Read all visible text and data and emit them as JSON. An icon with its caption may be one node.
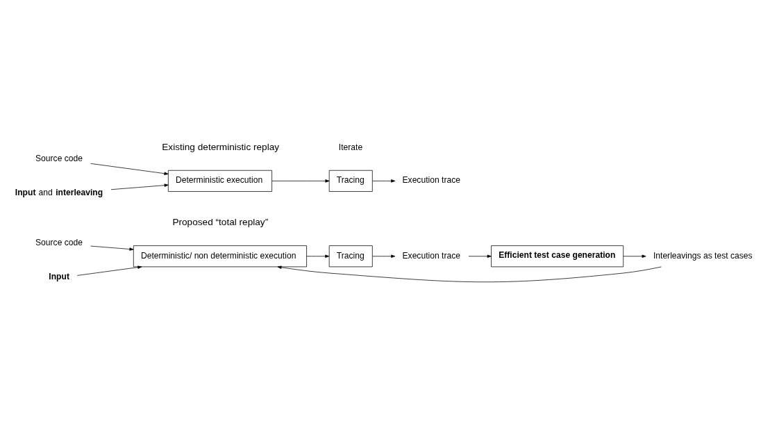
{
  "diagram": {
    "nodes": [
      {
        "text": [
          "Source code"
        ]
      },
      {
        "text": [
          "**Input** and **interleaving**"
        ]
      },
      {
        "text": [
          "Deterministic execution"
        ]
      },
      {
        "text": [
          "Tracing"
        ]
      },
      {
        "text": [
          "Execution trace"
        ]
      },
      {
        "text": [
          "Source code"
        ]
      },
      {
        "text": [
          "Input"
        ]
      },
      {
        "text": [
          "Deterministic/ non deterministic execution"
        ]
      },
      {
        "text": [
          "Tracing"
        ]
      },
      {
        "text": [
          "Execution trace"
        ]
      },
      {
        "text": [
          "Efficient test case generation"
        ]
      },
      {
        "text": [
          "Interleavings as test cases"
        ]
      }
    ],
    "edges": [
      {
        "from": 0,
        "to": 2,
        "arrow": "to"
      },
      {
        "from": 1,
        "to": 2,
        "arrow": "to"
      },
      {
        "from": 2,
        "to": 3,
        "arrow": "to"
      },
      {
        "from": 3,
        "to": 4,
        "arrow": "to"
      },
      {
        "from": 5,
        "to": 7,
        "arrow": "to"
      },
      {
        "from": 6,
        "to": 7,
        "arrow": "to"
      },
      {
        "from": 7,
        "to": 8,
        "arrow": "to"
      },
      {
        "from": 8,
        "to": 9,
        "arrow": "to"
      },
      {
        "from": 9,
        "to": 10,
        "arrow": "to"
      },
      {
        "from": 10,
        "to": 11,
        "arrow": "to"
      },
      {
        "from": 11,
        "to": 7,
        "arrow": "to"
      }
    ],
    "labels": [
      "Existing deterministic replay",
      "Proposed “total replay”",
      "Iterate"
    ]
  }
}
